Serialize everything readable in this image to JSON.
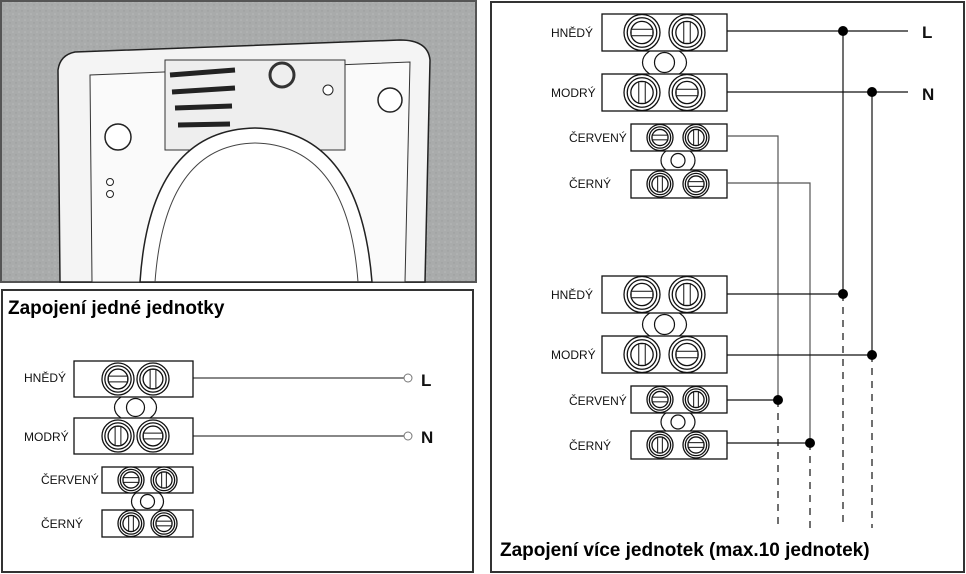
{
  "single_unit": {
    "title": "Zapojení jedné jednotky",
    "wires": {
      "brown": "HNĚDÝ",
      "blue": "MODRÝ",
      "red": "ČERVENÝ",
      "black": "ČERNÝ"
    },
    "terminals": {
      "live": "L",
      "neutral": "N"
    }
  },
  "multi_unit": {
    "title": "Zapojení více jednotek (max.10 jednotek)",
    "unit1": {
      "brown": "HNĚDÝ",
      "blue": "MODRÝ",
      "red": "ČERVENÝ",
      "black": "ČERNÝ"
    },
    "unit2": {
      "brown": "HNĚDÝ",
      "blue": "MODRÝ",
      "red": "ČERVENÝ",
      "black": "ČERNÝ"
    },
    "terminals": {
      "live": "L",
      "neutral": "N"
    }
  },
  "colors": {
    "line": "#111111",
    "photo_bg": "#a9abab",
    "wire_gray": "#555555"
  }
}
